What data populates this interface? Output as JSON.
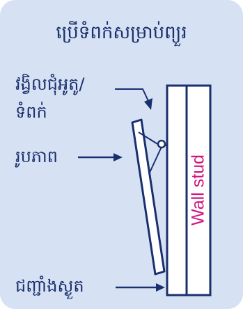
{
  "title": "ប្រើទំពក់សម្រាប់ព្យួរ",
  "labels": {
    "screw_hook": "វង្វិលជុំអូតូ/",
    "screw_hook_2": "ទំពក់",
    "picture": "រូបភាព",
    "wall_stud": "Wall stud",
    "drywall": "ជញ្ជាំងស្ងួត"
  },
  "colors": {
    "background": "#d6e2f3",
    "ink": "#1a2f6e",
    "accent": "#d2157e",
    "panel": "#ffffff"
  }
}
